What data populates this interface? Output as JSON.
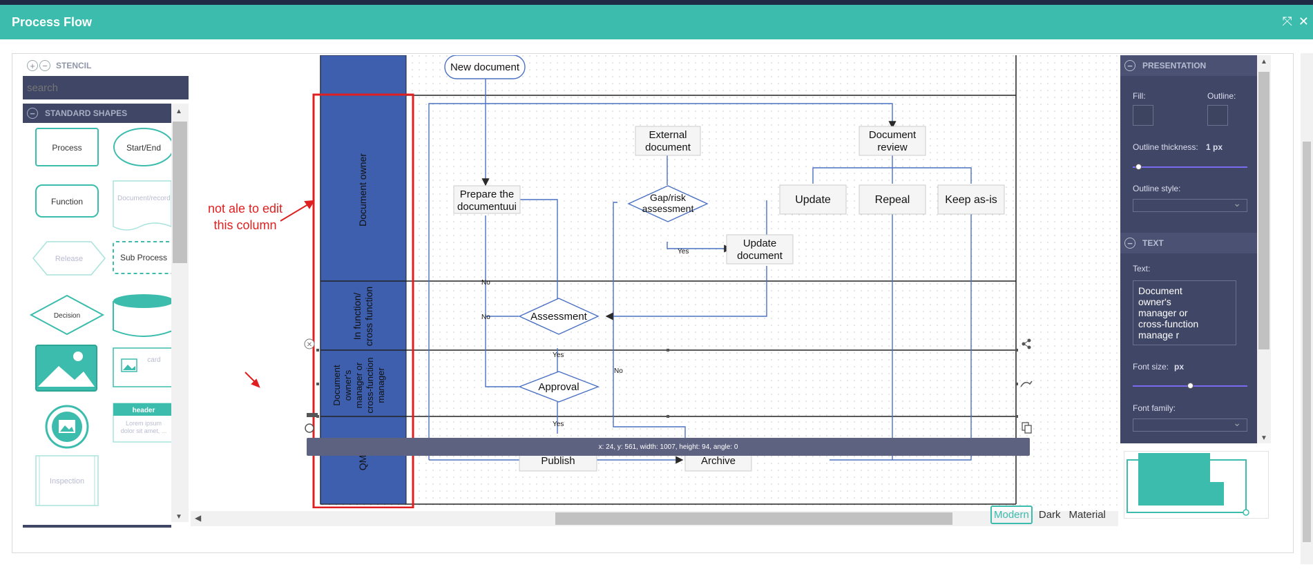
{
  "window": {
    "title": "Process Flow",
    "controls": "⤧ ✕"
  },
  "stencil": {
    "title": "STENCIL",
    "search_placeholder": "search",
    "section": "STANDARD SHAPES",
    "shapes": {
      "process": "Process",
      "start_end": "Start/End",
      "function": "Function",
      "document": "Document/record",
      "release": "Release",
      "sub_process": "Sub Process",
      "decision": "Decision",
      "card": "card",
      "header": "header",
      "lorem": "Lorem ipsum dolor sit amet, ...",
      "inspection": "Inspection"
    }
  },
  "diagram": {
    "lanes": {
      "owner": "Document owner",
      "cross_function_1": "In function/",
      "cross_function_2": "cross function",
      "manager_1": "Document",
      "manager_2": "owner's",
      "manager_3": "manager or",
      "manager_4": "cross-function",
      "manager_5": "manager",
      "qm": "QM"
    },
    "nodes": {
      "new_document": "New document",
      "prepare_1": "Prepare the",
      "prepare_2": "documentuui",
      "external_1": "External",
      "external_2": "document",
      "gap_1": "Gap/risk",
      "gap_2": "assessment",
      "review_1": "Document",
      "review_2": "review",
      "update": "Update",
      "repeal": "Repeal",
      "keep": "Keep as-is",
      "update_doc_1": "Update",
      "update_doc_2": "document",
      "assessment": "Assessment",
      "approval": "Approval",
      "publish": "Publish",
      "archive": "Archive"
    },
    "edge_labels": {
      "yes": "Yes",
      "no": "No"
    }
  },
  "selection_info": "x: 24, y: 561, width: 1007, height: 94, angle: 0",
  "annotation": "not ale to edit this column",
  "themes": {
    "modern": "Modern",
    "dark": "Dark",
    "material": "Material",
    "active": "Modern"
  },
  "panel": {
    "presentation": "PRESENTATION",
    "fill_label": "Fill:",
    "outline_label": "Outline:",
    "thickness_label": "Outline thickness:",
    "thickness_value": "1 px",
    "thickness_level": 0.05,
    "outline_style_label": "Outline style:",
    "text_section": "TEXT",
    "text_label": "Text:",
    "text_value": "Document\nowner's\nmanager or\ncross-function\nmanage r",
    "font_size_label": "Font size:",
    "font_size_value": "px",
    "font_size_level": 0.5,
    "font_family_label": "Font family:"
  },
  "colors": {
    "accent": "#3bbcad",
    "lane_blue": "#3d5fae",
    "panel": "#404766",
    "edge": "#4a70c4",
    "annotation": "#e02020"
  }
}
